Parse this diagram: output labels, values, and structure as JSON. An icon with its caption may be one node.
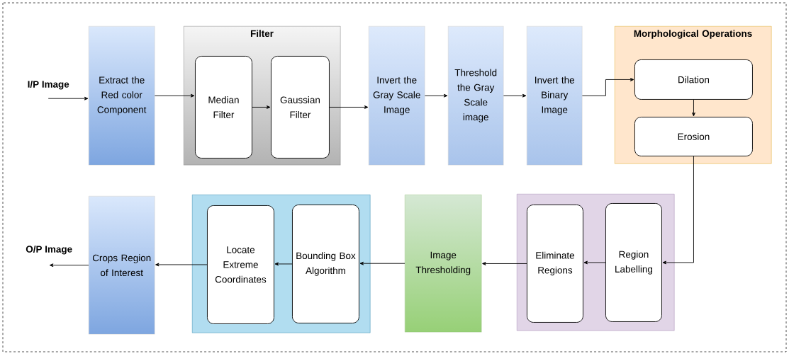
{
  "diagram": {
    "nodes": [
      {
        "text": [
          "I/P Image"
        ]
      },
      {
        "text": [
          "Extract the Red color Component"
        ]
      },
      {
        "text": [
          "Filter"
        ]
      },
      {
        "text": [
          "Median Filter"
        ],
        "in": 2
      },
      {
        "text": [
          "Gaussian Filter"
        ],
        "in": 2
      },
      {
        "text": [
          "Invert the Gray Scale Image"
        ]
      },
      {
        "text": [
          "Threshold the Gray Scale image"
        ]
      },
      {
        "text": [
          "Invert the Binary Image"
        ]
      },
      {
        "text": [
          "Morphological Operations"
        ]
      },
      {
        "text": [
          "Dilation"
        ],
        "in": 8
      },
      {
        "text": [
          "Erosion"
        ],
        "in": 8
      },
      {
        "text": [],
        "shape": "box"
      },
      {
        "text": [
          "Eliminate Regions"
        ],
        "in": 11
      },
      {
        "text": [
          "Region Labelling"
        ],
        "in": 11
      },
      {
        "text": [
          "Image Thresholding"
        ]
      },
      {
        "text": [],
        "shape": "box"
      },
      {
        "text": [
          "Locate Extreme Coordinates"
        ],
        "in": 15
      },
      {
        "text": [
          "Bounding Box Algorithm"
        ],
        "in": 15
      },
      {
        "text": [
          "Crops Region of Interest"
        ]
      },
      {
        "text": [
          "O/P Image"
        ]
      }
    ],
    "edges": [
      {
        "from": 0,
        "to": 1,
        "arrow": "to"
      },
      {
        "from": 1,
        "to": 3,
        "arrow": "to"
      },
      {
        "from": 3,
        "to": 4,
        "arrow": "to"
      },
      {
        "from": 4,
        "to": 5,
        "arrow": "to"
      },
      {
        "from": 5,
        "to": 6,
        "arrow": "to"
      },
      {
        "from": 6,
        "to": 7,
        "arrow": "to"
      },
      {
        "from": 7,
        "to": 9,
        "arrow": "to"
      },
      {
        "from": 9,
        "to": 10,
        "arrow": "to"
      },
      {
        "from": 10,
        "to": 13,
        "arrow": "to"
      },
      {
        "from": 13,
        "to": 12,
        "arrow": "to"
      },
      {
        "from": 12,
        "to": 14,
        "arrow": "to"
      },
      {
        "from": 14,
        "to": 17,
        "arrow": "to"
      },
      {
        "from": 17,
        "to": 16,
        "arrow": "to"
      },
      {
        "from": 16,
        "to": 18,
        "arrow": "to"
      },
      {
        "from": 18,
        "to": 19,
        "arrow": "to"
      }
    ]
  }
}
